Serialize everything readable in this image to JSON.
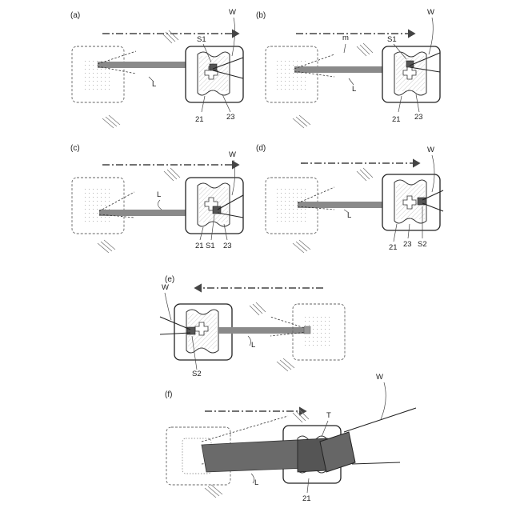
{
  "figure": {
    "panels": [
      {
        "id": "a",
        "label": "(a)",
        "direction": "right",
        "plate_label": "21",
        "part_label": "23",
        "spot_label": "S1",
        "beam_label": "L",
        "wire_label": "W",
        "extra_label": ""
      },
      {
        "id": "b",
        "label": "(b)",
        "direction": "right",
        "plate_label": "21",
        "part_label": "23",
        "spot_label": "S1",
        "beam_label": "L",
        "wire_label": "W",
        "extra_label": "m"
      },
      {
        "id": "c",
        "label": "(c)",
        "direction": "right",
        "plate_label": "21",
        "part_label": "23",
        "spot_label": "S1",
        "beam_label": "L",
        "wire_label": "W",
        "extra_label": ""
      },
      {
        "id": "d",
        "label": "(d)",
        "direction": "right",
        "plate_label": "21",
        "part_label": "23",
        "spot_label": "S2",
        "beam_label": "L",
        "wire_label": "W",
        "extra_label": ""
      },
      {
        "id": "e",
        "label": "(e)",
        "direction": "left",
        "plate_label": "",
        "part_label": "",
        "spot_label": "S2",
        "beam_label": "L",
        "wire_label": "W",
        "extra_label": ""
      },
      {
        "id": "f",
        "label": "(f)",
        "direction": "right",
        "plate_label": "21",
        "part_label": "",
        "spot_label": "",
        "beam_label": "L",
        "wire_label": "W",
        "extra_label": "T"
      }
    ]
  }
}
